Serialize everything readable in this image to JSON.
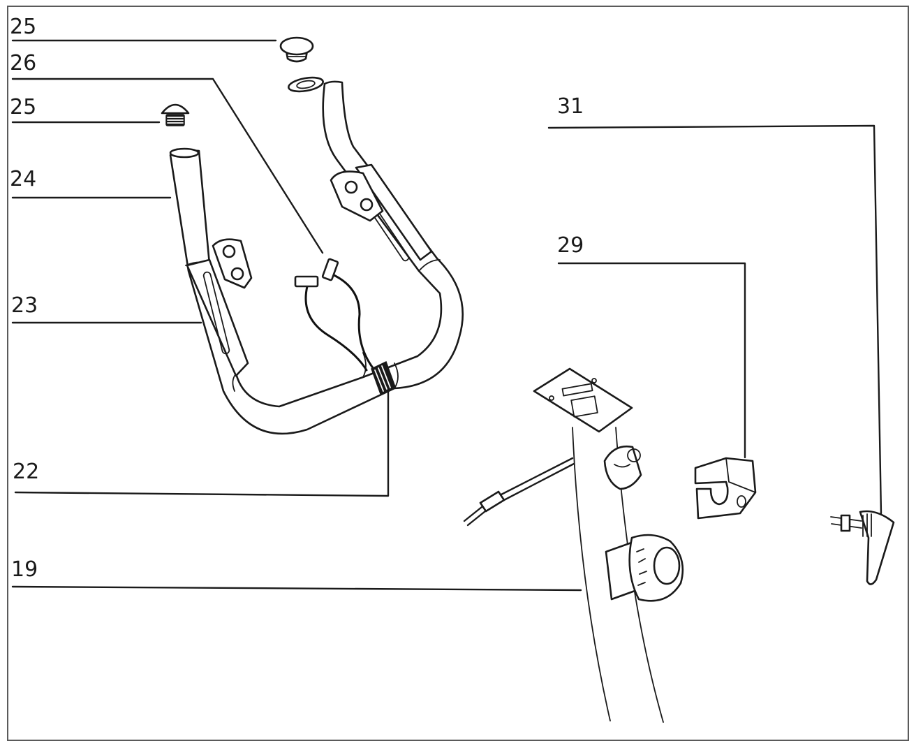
{
  "diagram": {
    "labels": [
      {
        "id": "lbl-25-top",
        "text": "25"
      },
      {
        "id": "lbl-26",
        "text": "26"
      },
      {
        "id": "lbl-25-mid",
        "text": "25"
      },
      {
        "id": "lbl-24",
        "text": "24"
      },
      {
        "id": "lbl-23",
        "text": "23"
      },
      {
        "id": "lbl-22",
        "text": "22"
      },
      {
        "id": "lbl-19",
        "text": "19"
      },
      {
        "id": "lbl-31",
        "text": "31"
      },
      {
        "id": "lbl-29",
        "text": "29"
      }
    ]
  }
}
